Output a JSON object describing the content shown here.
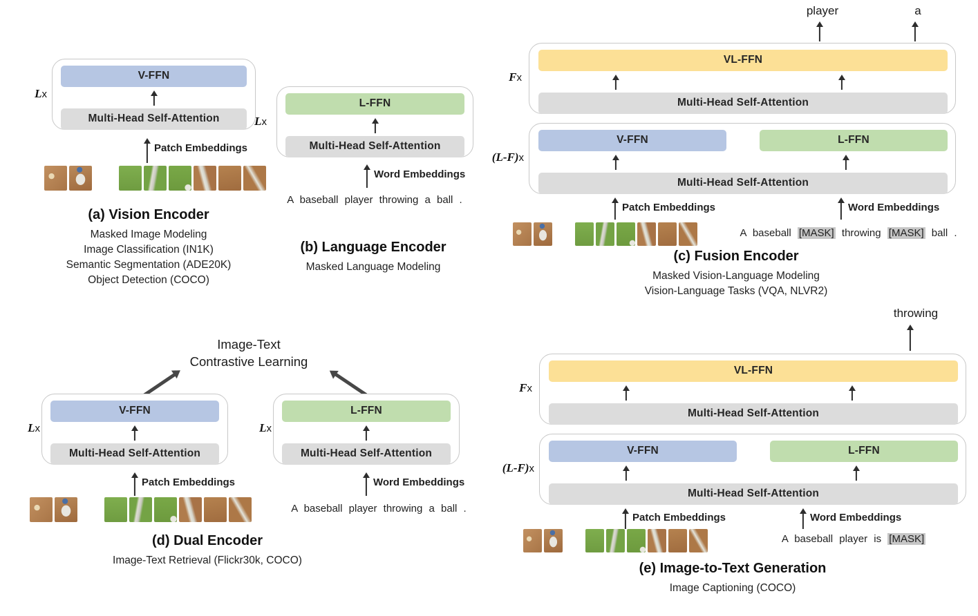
{
  "figure": {
    "description_domain": "vision-language pre-training architectures figure"
  },
  "labels": {
    "v_ffn": "V-FFN",
    "l_ffn": "L-FFN",
    "vl_ffn": "VL-FFN",
    "mhsa": "Multi-Head Self-Attention",
    "patch_embeddings": "Patch Embeddings",
    "word_embeddings": "Word Embeddings"
  },
  "multipliers": {
    "L": {
      "math": "L",
      "x": "x"
    },
    "F": {
      "math": "F",
      "x": "x"
    },
    "LF": {
      "math": "(L-F)",
      "x": "x"
    }
  },
  "sections": {
    "vision": {
      "caption_title": "(a) Vision Encoder",
      "caption_lines": [
        "Masked Image Modeling",
        "Image Classification (IN1K)",
        "Semantic Segmentation (ADE20K)",
        "Object Detection (COCO)"
      ]
    },
    "language": {
      "sentence": "A baseball player throwing a ball .",
      "caption_title": "(b) Language Encoder",
      "caption_lines": [
        "Masked Language Modeling"
      ]
    },
    "fusion": {
      "outputs": [
        "player",
        "a"
      ],
      "sentence": "A baseball [MASK] throwing [MASK] ball .",
      "caption_title": "(c) Fusion Encoder",
      "caption_lines": [
        "Masked Vision-Language Modeling",
        "Vision-Language Tasks (VQA, NLVR2)"
      ]
    },
    "dual": {
      "objective_line1": "Image-Text",
      "objective_line2": "Contrastive Learning",
      "sentence": "A baseball player throwing a ball .",
      "caption_title": "(d) Dual Encoder",
      "caption_lines": [
        "Image-Text Retrieval (Flickr30k, COCO)"
      ]
    },
    "generation": {
      "output": "throwing",
      "sentence": "A baseball player is [MASK]",
      "caption_title": "(e) Image-to-Text Generation",
      "caption_lines": [
        "Image Captioning (COCO)"
      ]
    }
  },
  "colors": {
    "v_ffn_fill": "#b6c6e3",
    "l_ffn_fill": "#c0ddae",
    "vl_ffn_fill": "#fce096",
    "mhsa_fill": "#dcdcdc",
    "mask_bg": "#c6c6c6",
    "container_border": "#c8c8c8",
    "arrow": "#2d2d2d"
  },
  "patch_strip": {
    "patches": [
      "radial-gradient(circle at 32% 42%, #ead9b4 0 13%, rgba(0,0,0,0) 14%), linear-gradient(135deg, #c29060, #a87547)",
      "radial-gradient(circle at 46% 16%, #4a6fa5 0 11%, rgba(0,0,0,0) 12%), radial-gradient(ellipse at 50% 55%, #e8e6df 0 28%, rgba(0,0,0,0) 30%), linear-gradient(165deg, #b9895a, #9f6a3d)",
      "linear-gradient(115deg, #b98a5a 38%, #d9b astray 0, #cfa87b 48%, #a87547 60%)",
      "linear-gradient(180deg, #7fae4e, #6f9c41)",
      "linear-gradient(100deg, #74a345 30%, #deddd3 38%, #c9c9c0 48%, #74a345 57%)",
      "radial-gradient(circle at 85% 88%, #e8e8e0 0 10%, rgba(0,0,0,0) 12%), linear-gradient(180deg, #79a847, #6d9a3e)",
      "linear-gradient(75deg, #b07c4c 34%, #e3e2d8 44%, #d6d6cc 52%, #a87347 63%)",
      "linear-gradient(170deg, #b5824f, #a06c3f)",
      "linear-gradient(60deg, #ad7847 40%, #e3e3da 50%, #ad7847 63%)"
    ]
  }
}
